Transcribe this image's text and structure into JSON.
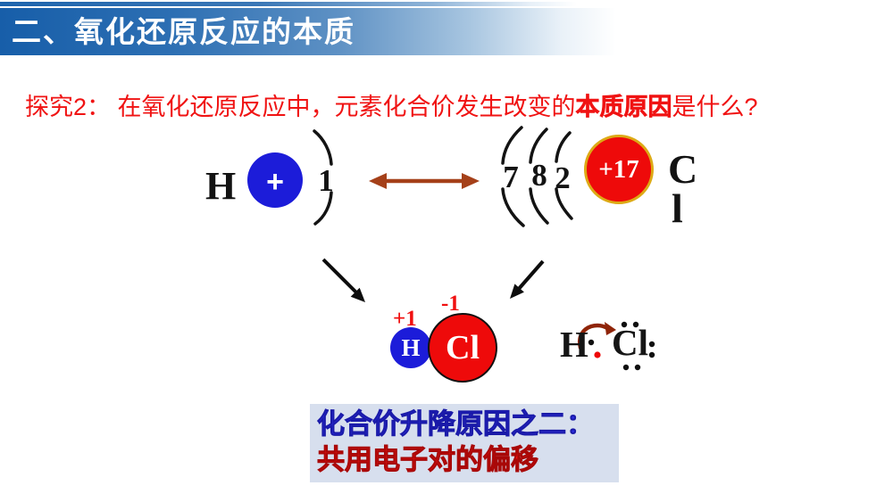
{
  "header": {
    "title": "二、氧化还原反应的本质"
  },
  "question": {
    "prefix": "探究2： 在氧化还原反应中，元素化合价发生改变的",
    "bold": "本质原因",
    "suffix": "是什么?"
  },
  "atoms": {
    "hydrogen": {
      "symbol": "H",
      "nucleus_charge": "+",
      "shell_electrons": "1"
    },
    "chlorine": {
      "nucleus_charge": "+17",
      "shells_outer_to_inner": [
        "7",
        "8",
        "2"
      ],
      "label_line1": "C",
      "label_line2": "l"
    }
  },
  "molecule": {
    "h_label": "H",
    "h_oxidation": "+1",
    "cl_label": "Cl",
    "cl_oxidation": "-1"
  },
  "lewis": {
    "h_label": "H",
    "cl_label": "Cl"
  },
  "conclusion": {
    "line1": "化合价升降原因之二：",
    "line2": "共用电子对的偏移"
  },
  "colors": {
    "banner_blue": "#175ea9",
    "question_red": "#f01313",
    "hydrogen_nucleus_blue": "#1c1cd9",
    "chlorine_nucleus_red": "#ee0a0a",
    "chlorine_ring_gold": "#ddaa15",
    "double_arrow_rust": "#a54019",
    "shift_arrow_dark_red": "#8f2408",
    "conclusion_bg": "#d7dfee",
    "conclusion_blue": "#2d2de2",
    "conclusion_red": "#f31111"
  }
}
